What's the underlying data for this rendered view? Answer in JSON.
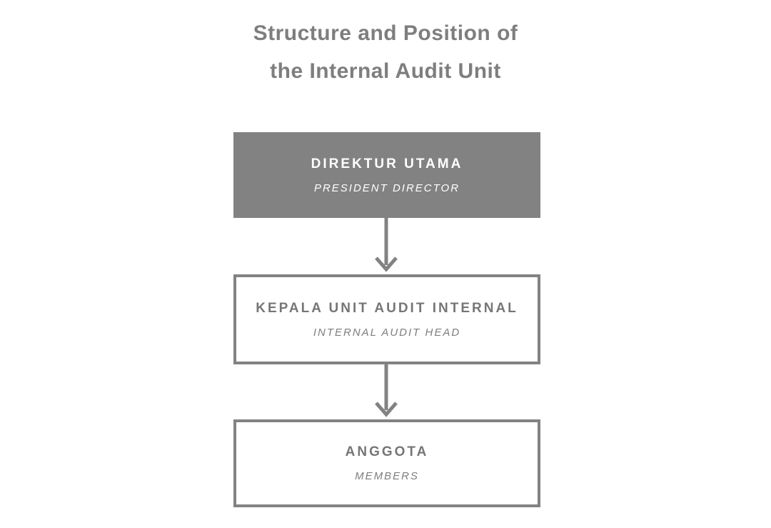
{
  "title": {
    "line1": "Structure and Position of",
    "line2": "the Internal Audit Unit"
  },
  "chart_data": {
    "type": "org-chart",
    "direction": "top-down",
    "nodes": [
      {
        "id": "direktur-utama",
        "label": "DIREKTUR UTAMA",
        "sublabel": "PRESIDENT DIRECTOR",
        "style": "filled"
      },
      {
        "id": "kepala-unit-audit-internal",
        "label": "KEPALA UNIT AUDIT INTERNAL",
        "sublabel": "INTERNAL AUDIT HEAD",
        "style": "outlined"
      },
      {
        "id": "anggota",
        "label": "ANGGOTA",
        "sublabel": "MEMBERS",
        "style": "outlined"
      }
    ],
    "edges": [
      {
        "from": "direktur-utama",
        "to": "kepala-unit-audit-internal",
        "arrow": "down"
      },
      {
        "from": "kepala-unit-audit-internal",
        "to": "anggota",
        "arrow": "down"
      }
    ]
  },
  "colors": {
    "box_fill_gray": "#828282",
    "border_gray": "#828282",
    "title_gray": "#7e7e7e",
    "box_text_gray": "#767676",
    "box_text_white": "#ffffff",
    "background": "#ffffff"
  }
}
